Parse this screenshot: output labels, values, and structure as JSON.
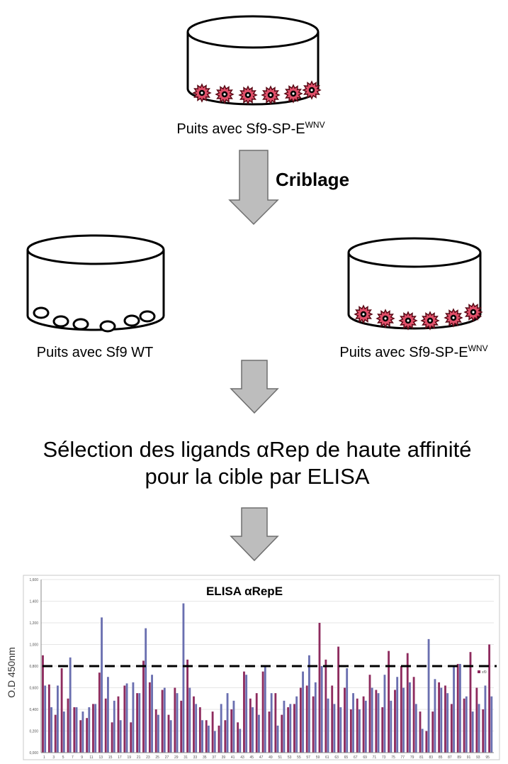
{
  "top_well": {
    "caption": "Puits avec Sf9-SP-E",
    "superscript": "WNV"
  },
  "step_label": "Criblage",
  "left_well": {
    "caption": "Puits avec Sf9 WT"
  },
  "right_well": {
    "caption": "Puits avec Sf9-SP-E",
    "superscript": "WNV"
  },
  "selection_text": {
    "line1": "Sélection des ligands αRep de haute affinité",
    "line2": "pour la cible par ELISA"
  },
  "colors": {
    "cell_fill": "#e0506a",
    "cell_outline": "#5a0a16",
    "arrow_fill": "#bdbdbd",
    "bar_series_a": "#8e2b5e",
    "bar_series_b": "#6a6fb0",
    "threshold_line": "#000000"
  },
  "chart_data": {
    "type": "bar",
    "title": "ELISA αRepE",
    "ylabel": "O.D 450nm",
    "xlabel": "",
    "ylim": [
      0,
      1.6
    ],
    "y_ticks": [
      "0,000",
      "0,200",
      "0,400",
      "0,600",
      "0,800",
      "1,000",
      "1,200",
      "1,400",
      "1,600"
    ],
    "threshold": 0.8,
    "legend": {
      "placement": "right",
      "label": "sf9"
    },
    "categories": [
      "1",
      "3",
      "5",
      "7",
      "9",
      "11",
      "13",
      "15",
      "17",
      "19",
      "21",
      "23",
      "25",
      "27",
      "29",
      "31",
      "33",
      "35",
      "37",
      "39",
      "41",
      "43",
      "45",
      "47",
      "49",
      "51",
      "53",
      "55",
      "57",
      "59",
      "61",
      "63",
      "65",
      "67",
      "69",
      "71",
      "73",
      "75",
      "77",
      "79",
      "81",
      "83",
      "85",
      "87",
      "89",
      "91",
      "93",
      "95"
    ],
    "series": [
      {
        "values": [
          0.9,
          0.63,
          0.35,
          0.78,
          0.5,
          0.42,
          0.3,
          0.32,
          0.45,
          0.74,
          0.5,
          0.28,
          0.52,
          0.62,
          0.28,
          0.55,
          0.85,
          0.65,
          0.4,
          0.58,
          0.35,
          0.6,
          0.48,
          0.86,
          0.52,
          0.42,
          0.3,
          0.38,
          0.25,
          0.3,
          0.4,
          0.28,
          0.75,
          0.5,
          0.55,
          0.75,
          0.38,
          0.55,
          0.35,
          0.42,
          0.45,
          0.6,
          0.62,
          0.52,
          1.2,
          0.86,
          0.62,
          0.98,
          0.6,
          0.4,
          0.5,
          0.52,
          0.72,
          0.58,
          0.42,
          0.94,
          0.58,
          0.8,
          0.92,
          0.7,
          0.38,
          0.2,
          0.38,
          0.65,
          0.62,
          0.45,
          0.82,
          0.5,
          0.93,
          0.6,
          0.4,
          1.0
        ]
      },
      {
        "values": [
          0.62,
          0.42,
          0.62,
          0.38,
          0.88,
          0.42,
          0.38,
          0.42,
          0.45,
          1.25,
          0.7,
          0.48,
          0.3,
          0.64,
          0.65,
          0.55,
          1.15,
          0.72,
          0.35,
          0.6,
          0.3,
          0.55,
          1.38,
          0.6,
          0.45,
          0.3,
          0.25,
          0.2,
          0.45,
          0.55,
          0.48,
          0.22,
          0.72,
          0.42,
          0.35,
          0.8,
          0.55,
          0.25,
          0.48,
          0.45,
          0.52,
          0.75,
          0.9,
          0.65,
          0.8,
          0.5,
          0.45,
          0.42,
          0.78,
          0.55,
          0.4,
          0.48,
          0.6,
          0.55,
          0.72,
          0.48,
          0.7,
          0.6,
          0.65,
          0.45,
          0.22,
          1.05,
          0.68,
          0.6,
          0.55,
          0.8,
          0.82,
          0.52,
          0.38,
          0.45,
          0.62,
          0.52
        ]
      }
    ]
  }
}
